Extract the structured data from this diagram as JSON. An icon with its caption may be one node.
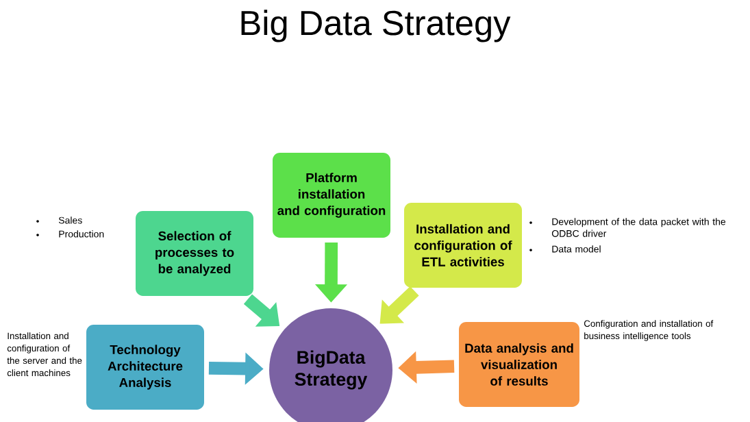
{
  "diagram": {
    "title": "Big Data Strategy",
    "nodes": [
      {
        "text": [
          "BigData Strategy"
        ]
      },
      {
        "text": [
          "Technology Architecture Analysis"
        ],
        "beside": [
          "Installation and configuration of the server and the client machines"
        ]
      },
      {
        "text": [
          "Selection of processes to be analyzed"
        ],
        "beside": [
          "Sales",
          "Production"
        ]
      },
      {
        "text": [
          "Platform installation and configuration"
        ]
      },
      {
        "text": [
          "Installation and configuration of ETL activities"
        ],
        "beside": [
          "Development of the data packet with the ODBC driver",
          "Data model"
        ]
      },
      {
        "text": [
          "Data analysis and visualization of results"
        ],
        "beside": [
          "Configuration and installation of business intelligence tools"
        ]
      }
    ],
    "edges": [
      {
        "from": 1,
        "to": 0,
        "arrow": "to",
        "color": "#4bacc6"
      },
      {
        "from": 2,
        "to": 0,
        "arrow": "to",
        "color": "#4dd68f"
      },
      {
        "from": 3,
        "to": 0,
        "arrow": "to",
        "color": "#5ce04a"
      },
      {
        "from": 4,
        "to": 0,
        "arrow": "to",
        "color": "#d4e94a"
      },
      {
        "from": 5,
        "to": 0,
        "arrow": "to",
        "color": "#f79646"
      }
    ]
  }
}
